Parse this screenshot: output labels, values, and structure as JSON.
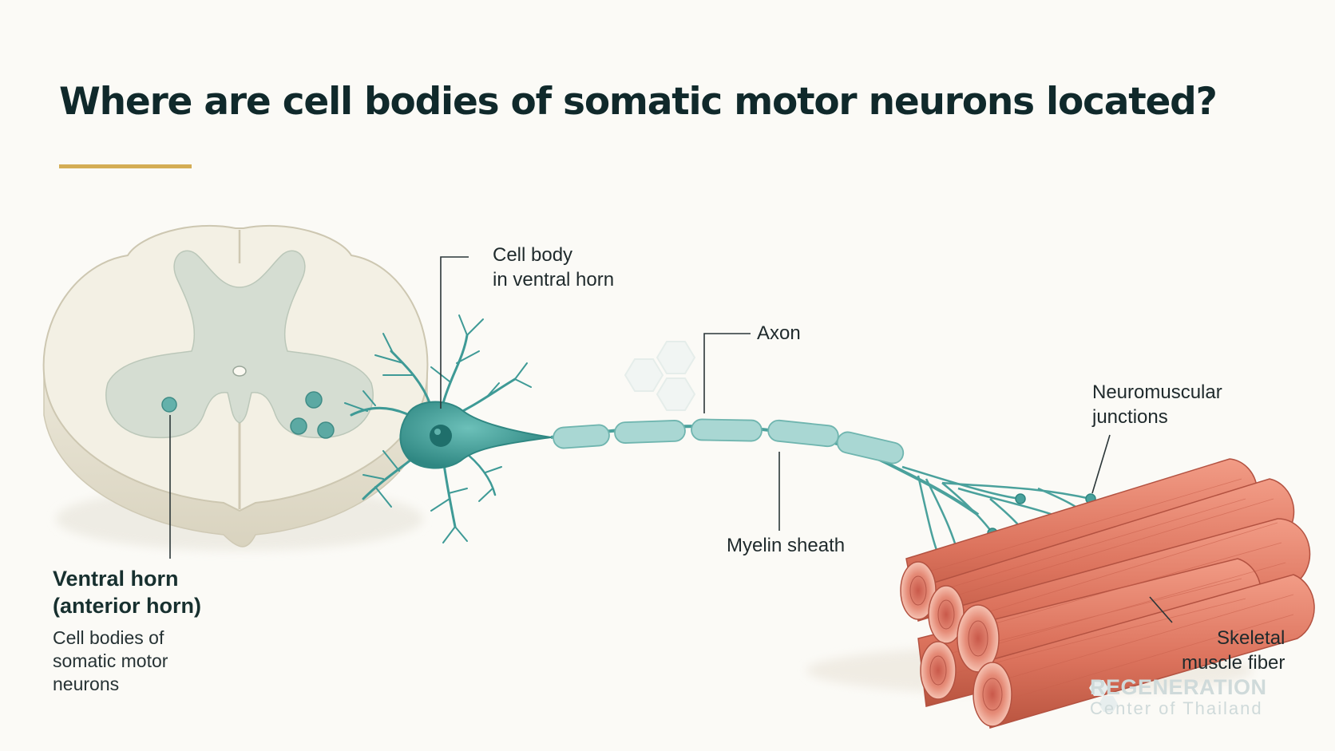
{
  "title": "Where are cell bodies of somatic motor neurons located?",
  "labels": {
    "cell_body": [
      "Cell body",
      "in ventral horn"
    ],
    "axon": "Axon",
    "myelin_sheath": "Myelin sheath",
    "neuromuscular_junctions": [
      "Neuromuscular",
      "junctions"
    ],
    "skeletal_muscle_fiber": [
      "Skeletal",
      "muscle fiber"
    ],
    "ventral_horn_heading": [
      "Ventral horn",
      "(anterior horn)"
    ],
    "ventral_horn_desc": [
      "Cell bodies of",
      "somatic motor",
      "neurons"
    ]
  },
  "watermark": {
    "line1": "REGENERATION",
    "line2": "Center of Thailand"
  },
  "colors": {
    "accent_rule": "#d4ad55",
    "neuron": "#3e9a96",
    "myelin": "#a9d7d3",
    "muscle": "#d9735f",
    "gray_matter": "#d3ddd1",
    "white_matter": "#f1ede1"
  }
}
